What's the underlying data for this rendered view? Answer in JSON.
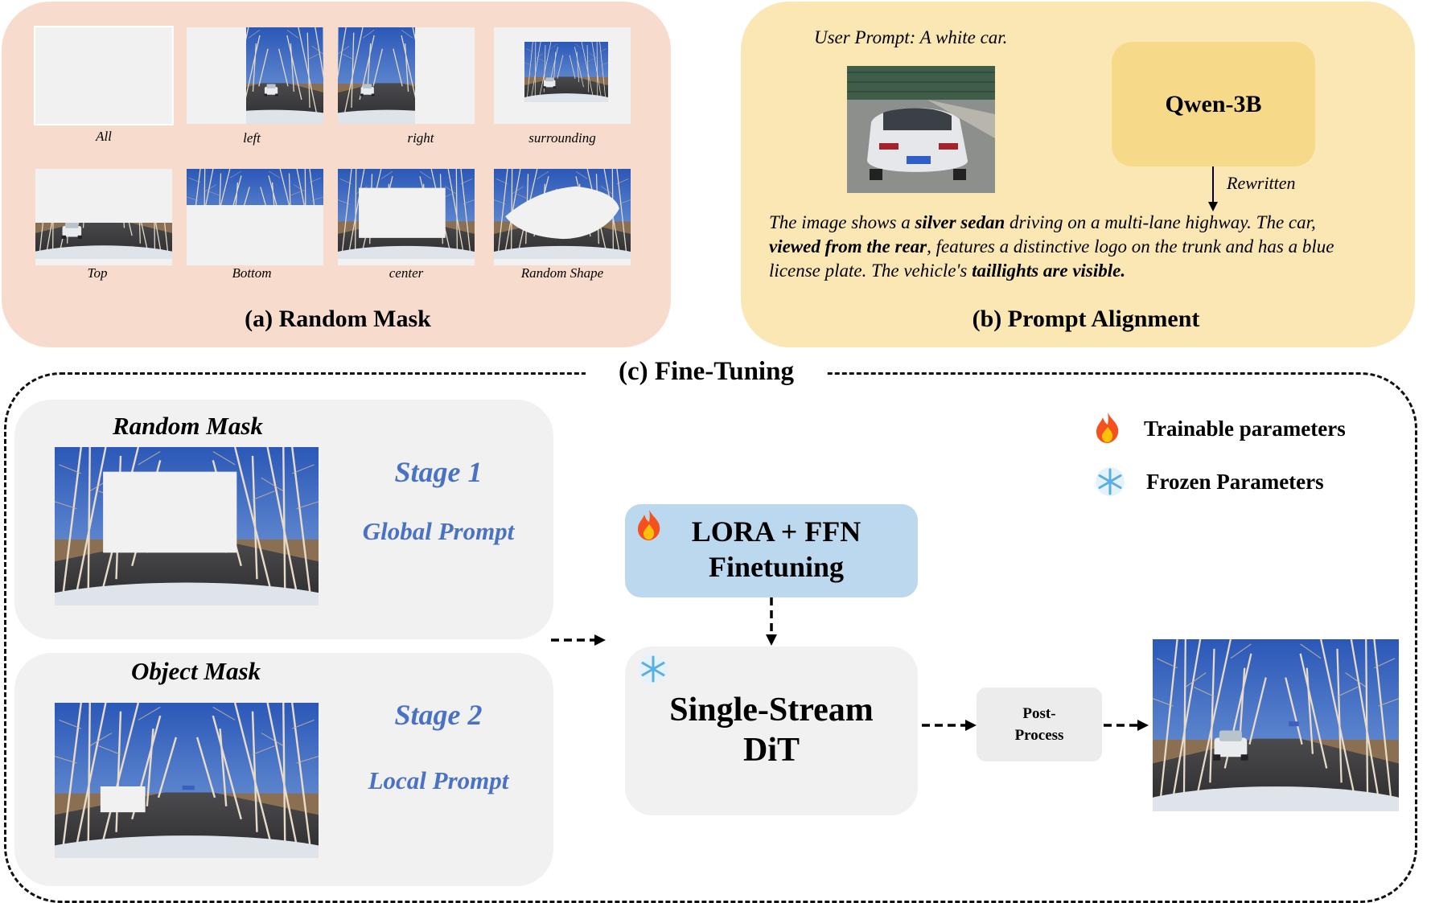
{
  "panel_a": {
    "title": "(a) Random Mask",
    "thumbnails": [
      {
        "label": "All"
      },
      {
        "label": "left"
      },
      {
        "label": "right"
      },
      {
        "label": "surrounding"
      },
      {
        "label": "Top"
      },
      {
        "label": "Bottom"
      },
      {
        "label": "center"
      },
      {
        "label": "Random Shape"
      }
    ]
  },
  "panel_b": {
    "title": "(b) Prompt Alignment",
    "user_prompt": "User Prompt: A white car.",
    "model_name": "Qwen-3B",
    "arrow_label": "Rewritten",
    "rewritten": {
      "p1": "The image shows a ",
      "b1": "silver sedan",
      "p2": " driving on a multi-lane highway. The car,",
      "b2": "viewed from the rear",
      "p3": ", features a distinctive logo on the trunk and has a blue",
      "p4": "license plate. The vehicle's ",
      "b3": "taillights are visible."
    }
  },
  "panel_c": {
    "title": "(c) Fine-Tuning",
    "stage1": {
      "heading": "Random Mask",
      "stage": "Stage 1",
      "prompt": "Global Prompt"
    },
    "stage2": {
      "heading": "Object Mask",
      "stage": "Stage 2",
      "prompt": "Local Prompt"
    },
    "lora": {
      "line1": "LORA + FFN",
      "line2": "Finetuning"
    },
    "dit": {
      "line1": "Single-Stream",
      "line2": "DiT"
    },
    "post": {
      "line1": "Post-",
      "line2": "Process"
    },
    "legend": {
      "trainable": "Trainable parameters",
      "frozen": "Frozen Parameters"
    },
    "icons": {
      "trainable": "fire-icon",
      "frozen": "snowflake-icon"
    }
  },
  "colors": {
    "panel_a_bg": "#f7dccd",
    "panel_b_bg": "#fbe7b4",
    "qwen_box": "#f7d98a",
    "lora_box": "#bcd8ee",
    "stage_text": "#4a72c4",
    "gray_box": "#f1f1f1"
  }
}
